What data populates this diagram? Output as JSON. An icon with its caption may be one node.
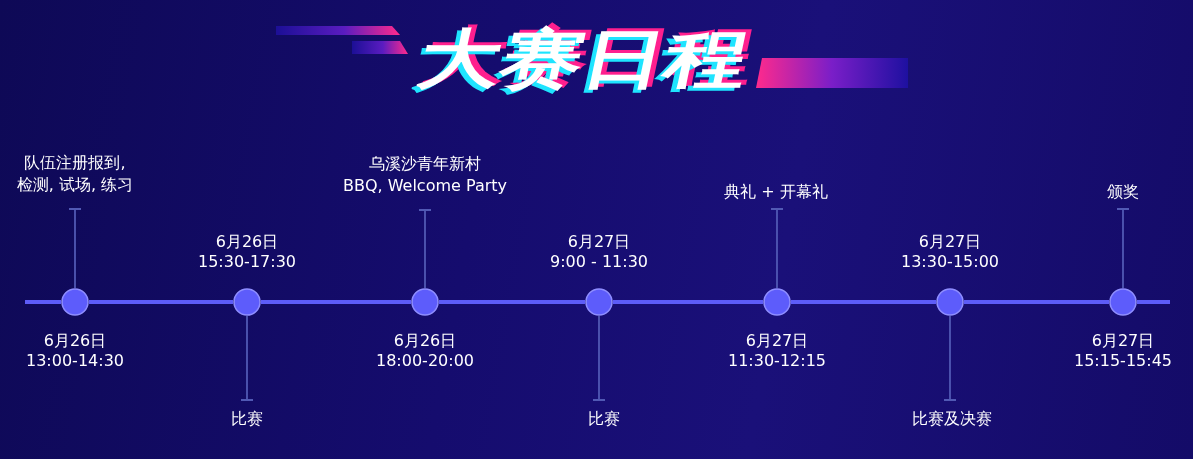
{
  "diagram": {
    "title": "大赛日程",
    "nodes": [
      {
        "text": [],
        "shape": "circle",
        "beside": [
          "6月26日 13:00-14:30"
        ]
      },
      {
        "text": [
          "队伍注册报到, 检测, 试场, 练习"
        ]
      },
      {
        "text": [],
        "shape": "circle",
        "beside": [
          "6月26日 15:30-17:30"
        ]
      },
      {
        "text": [
          "比赛"
        ]
      },
      {
        "text": [],
        "shape": "circle",
        "beside": [
          "6月26日 18:00-20:00"
        ]
      },
      {
        "text": [
          "乌溪沙青年新村 BBQ, Welcome Party"
        ]
      },
      {
        "text": [],
        "shape": "circle",
        "beside": [
          "6月27日 9:00 - 11:30"
        ]
      },
      {
        "text": [
          "比赛"
        ]
      },
      {
        "text": [],
        "shape": "circle",
        "beside": [
          "6月27日 11:30-12:15"
        ]
      },
      {
        "text": [
          "典礼 + 开幕礼"
        ]
      },
      {
        "text": [],
        "shape": "circle",
        "beside": [
          "6月27日 13:30-15:00"
        ]
      },
      {
        "text": [
          "比赛及决赛"
        ]
      },
      {
        "text": [],
        "shape": "circle",
        "beside": [
          "6月27日 15:15-15:45"
        ]
      },
      {
        "text": [
          "颁奖"
        ]
      }
    ],
    "edges": [
      {
        "from": 0,
        "to": 1,
        "arrow": "other",
        "color": "#5159b4"
      },
      {
        "from": 2,
        "to": 3,
        "arrow": "other",
        "color": "#5159b4"
      },
      {
        "from": 4,
        "to": 5,
        "arrow": "other",
        "color": "#5159b4"
      },
      {
        "from": 6,
        "to": 7,
        "arrow": "other",
        "color": "#5159b4"
      },
      {
        "from": 8,
        "to": 9,
        "arrow": "other",
        "color": "#5159b4"
      },
      {
        "from": 10,
        "to": 11,
        "arrow": "other",
        "color": "#5159b4"
      },
      {
        "from": 12,
        "to": 13,
        "arrow": "other",
        "color": "#5159b4"
      },
      {
        "from": null,
        "to": 0,
        "arrow": "none"
      },
      {
        "from": 0,
        "to": 2,
        "arrow": "none"
      },
      {
        "from": 2,
        "to": 4,
        "arrow": "none"
      },
      {
        "from": 4,
        "to": 6,
        "arrow": "none"
      },
      {
        "from": 6,
        "to": 8,
        "arrow": "none"
      },
      {
        "from": 8,
        "to": 10,
        "arrow": "none"
      },
      {
        "from": 10,
        "to": 12,
        "arrow": "none"
      },
      {
        "from": 12,
        "to": null,
        "arrow": "none"
      }
    ]
  }
}
